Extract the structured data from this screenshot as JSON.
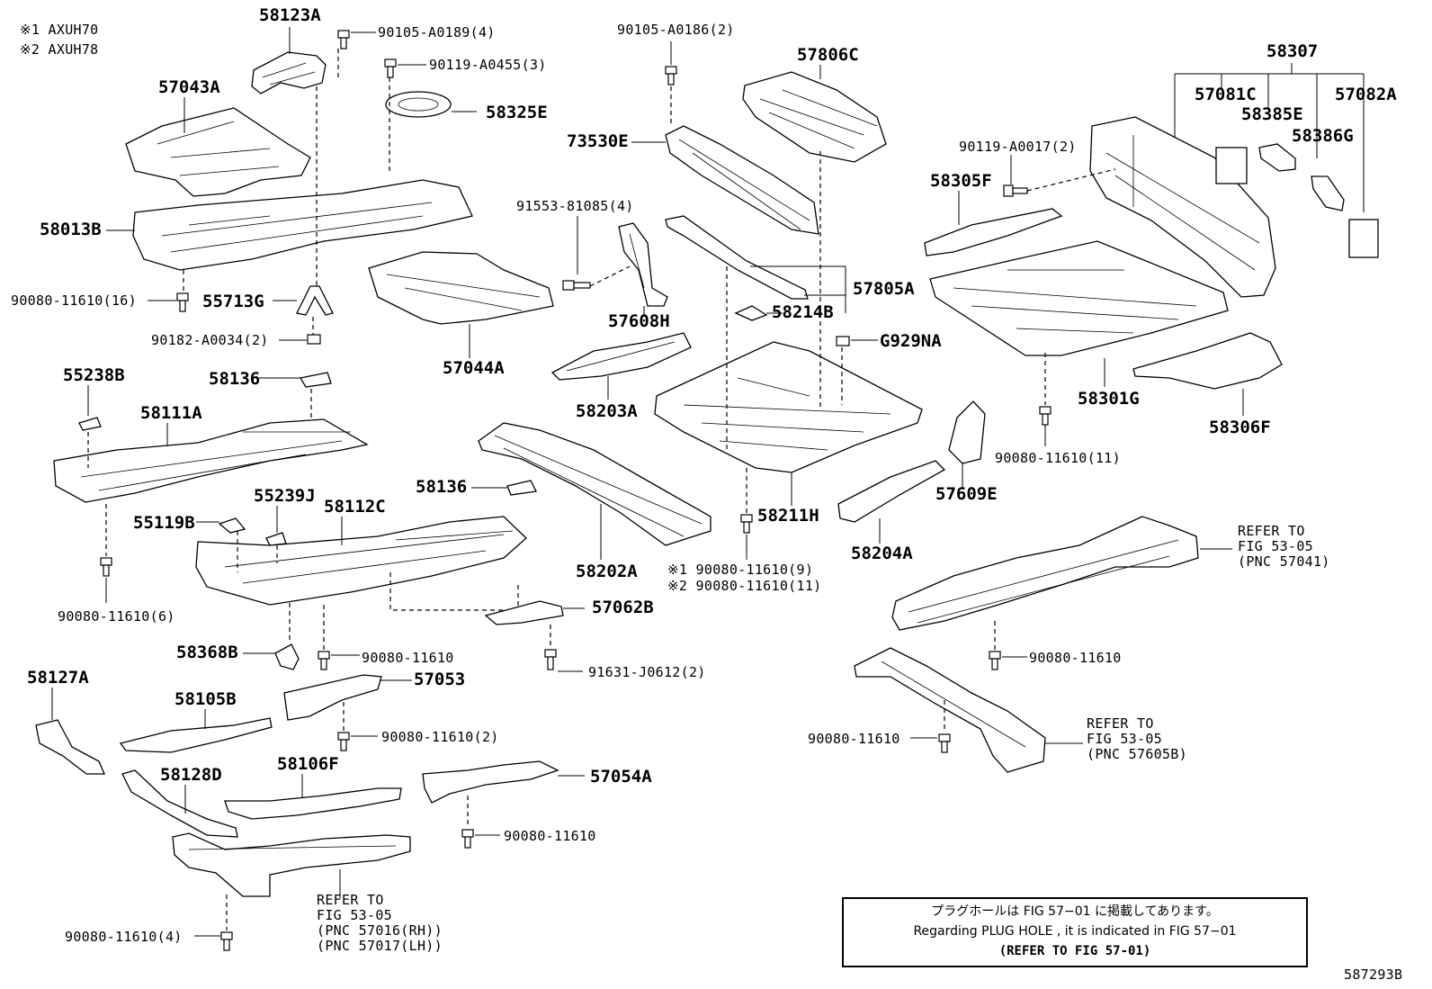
{
  "variants": {
    "v1": "※1 AXUH70",
    "v2": "※2 AXUH78"
  },
  "labels": {
    "p58123A": "58123A",
    "b90105_A0189": "90105-A0189(4)",
    "b90119_A0455": "90119-A0455(3)",
    "p57043A": "57043A",
    "p58325E": "58325E",
    "p58013B": "58013B",
    "b90080_11610_16": "90080-11610(16)",
    "p55713G": "55713G",
    "b90182_A0034": "90182-A0034(2)",
    "p57044A": "57044A",
    "b90105_A0186": "90105-A0186(2)",
    "p57806C": "57806C",
    "p73530E": "73530E",
    "b91553_81085": "91553-81085(4)",
    "p57608H": "57608H",
    "p57805A": "57805A",
    "p58214B": "58214B",
    "pG929NA": "G929NA",
    "p58203A": "58203A",
    "p58307": "58307",
    "p57081C": "57081C",
    "p57082A": "57082A",
    "p58385E": "58385E",
    "b90119_A0017": "90119-A0017(2)",
    "p58386G": "58386G",
    "p58305F": "58305F",
    "p58301G": "58301G",
    "p58306F": "58306F",
    "b90080_11610_11": "90080-11610(11)",
    "p55238B": "55238B",
    "p58136a": "58136",
    "p58111A": "58111A",
    "p58136b": "58136",
    "p55239J": "55239J",
    "p58112C": "58112C",
    "p55119B": "55119B",
    "p58202A": "58202A",
    "p58211H": "58211H",
    "p57609E": "57609E",
    "p58204A": "58204A",
    "b90080_11610_9": "※1 90080-11610(9)",
    "b90080_11610_11b": "※2 90080-11610(11)",
    "b90080_11610_6": "90080-11610(6)",
    "p57062B": "57062B",
    "p58368B": "58368B",
    "b90080_11610_a": "90080-11610",
    "b91631_J0612": "91631-J0612(2)",
    "p58127A": "58127A",
    "p57053": "57053",
    "p58105B": "58105B",
    "b90080_11610_2": "90080-11610(2)",
    "p58128D": "58128D",
    "p58106F": "58106F",
    "p57054A": "57054A",
    "b90080_11610_b": "90080-11610",
    "b90080_11610_4": "90080-11610(4)",
    "b90080_11610_c": "90080-11610",
    "b90080_11610_d": "90080-11610"
  },
  "refs": {
    "r1": [
      "REFER TO",
      "FIG 53-05",
      "(PNC 57041)"
    ],
    "r2": [
      "REFER TO",
      "FIG 53-05",
      "(PNC 57605B)"
    ],
    "r3": [
      "REFER TO",
      "FIG 53-05",
      "(PNC 57016(RH))",
      "(PNC 57017(LH))"
    ]
  },
  "note": {
    "line1": "プラグホールは FIG 57−01 に掲載してあります。",
    "line2": "Regarding PLUG HOLE , it is indicated in FIG 57−01",
    "line3": "(REFER TO FIG 57-01)"
  },
  "figure_id": "587293B"
}
